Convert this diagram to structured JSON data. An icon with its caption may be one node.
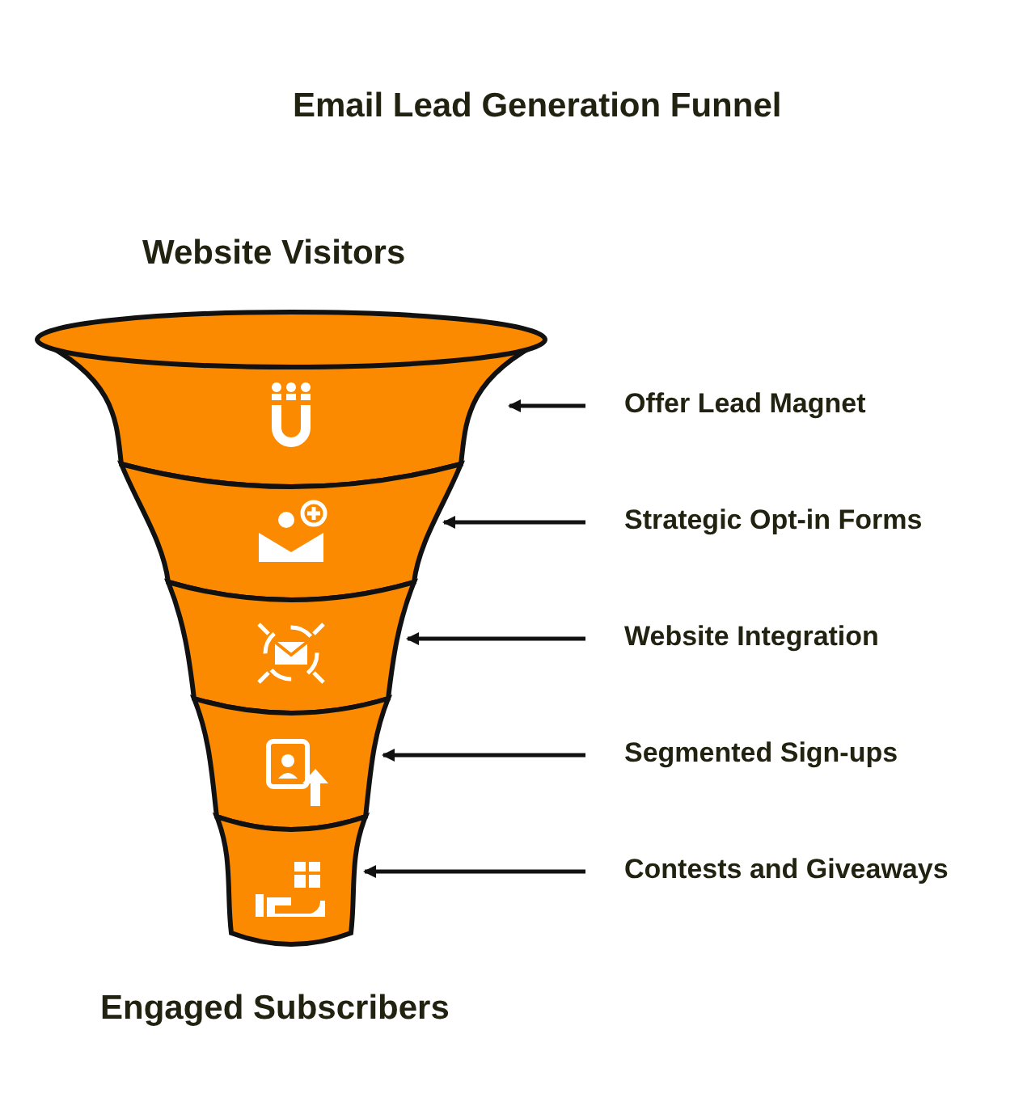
{
  "diagram": {
    "title": "Email Lead Generation Funnel",
    "nodes": [
      {
        "text": [],
        "shape": "band"
      },
      {
        "text": [],
        "shape": "band"
      },
      {
        "text": [],
        "shape": "band"
      },
      {
        "text": [],
        "shape": "band"
      },
      {
        "text": [],
        "shape": "band"
      },
      {
        "text": [
          "Offer Lead Magnet"
        ]
      },
      {
        "text": [
          "Strategic Opt-in Forms"
        ]
      },
      {
        "text": [
          "Website Integration"
        ]
      },
      {
        "text": [
          "Segmented Sign-ups"
        ]
      },
      {
        "text": [
          "Contests and Giveaways"
        ]
      }
    ],
    "edges": [
      {
        "from": 5,
        "to": 0,
        "arrow": "to"
      },
      {
        "from": 6,
        "to": 1,
        "arrow": "to"
      },
      {
        "from": 7,
        "to": 2,
        "arrow": "to"
      },
      {
        "from": 8,
        "to": 3,
        "arrow": "to"
      },
      {
        "from": 9,
        "to": 4,
        "arrow": "to"
      }
    ],
    "labels": [
      "Website Visitors",
      "Engaged Subscribers"
    ]
  }
}
